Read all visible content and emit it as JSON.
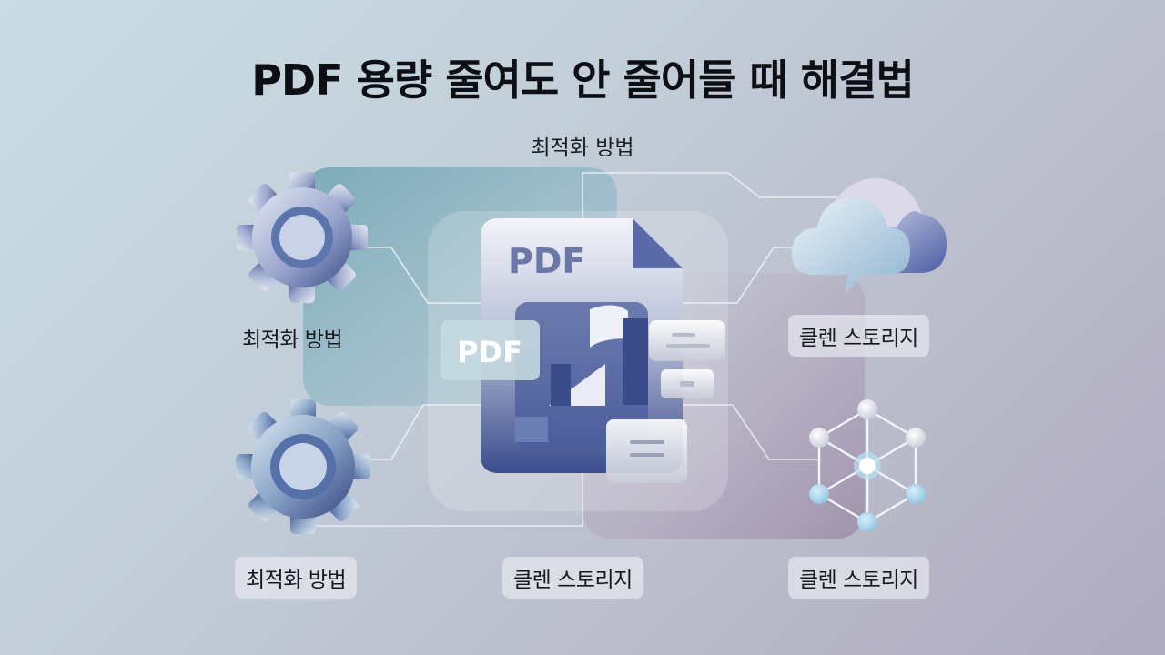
{
  "title": "PDF 용량 줄여도 안 줄어들 때 해결법",
  "labels": {
    "top": "최적화 방법",
    "left_mid": "최적화 방법",
    "left_bottom": "최적화 방법",
    "center_bottom": "클렌 스토리지",
    "right_mid": "클렌 스토리지",
    "right_bottom": "클렌 스토리지"
  },
  "document": {
    "main_text": "PDF",
    "badge_text": "PDF"
  },
  "icons": {
    "gear_top": "gear-icon",
    "gear_bottom": "gear-icon",
    "cloud": "cloud-icon",
    "network": "network-icon",
    "pdf_document": "pdf-document-icon"
  },
  "colors": {
    "title": "#0d0f14",
    "navy": "#3c4f8f",
    "teal_panel": "#74a9b8",
    "mauve_panel": "#a99cb4"
  }
}
